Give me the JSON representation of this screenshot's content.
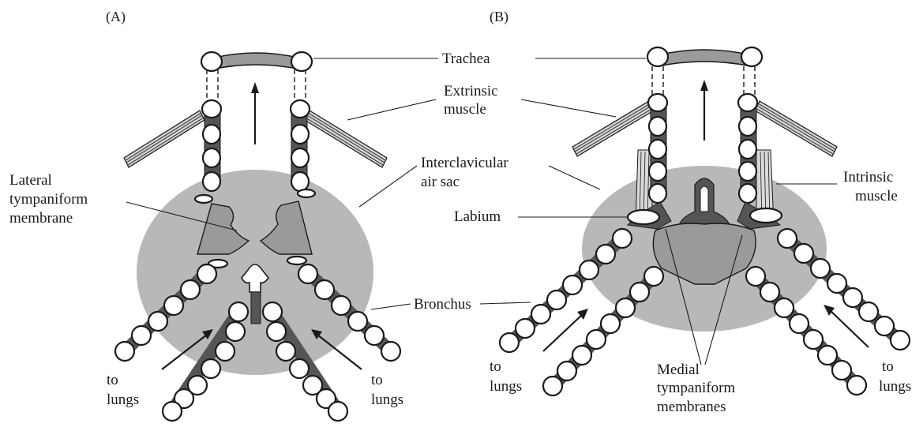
{
  "panels": {
    "a": "(A)",
    "b": "(B)"
  },
  "labels": {
    "trachea": "Trachea",
    "extrinsic_1": "Extrinsic",
    "extrinsic_2": "muscle",
    "interclavicular_1": "Interclavicular",
    "interclavicular_2": "air sac",
    "bronchus": "Bronchus",
    "lateral_1": "Lateral",
    "lateral_2": "tympaniform",
    "lateral_3": "membrane",
    "labium": "Labium",
    "intrinsic_1": "Intrinsic",
    "intrinsic_2": "muscle",
    "medial_1": "Medial",
    "medial_2": "tympaniform",
    "medial_3": "membranes",
    "to_lungs_a_left_1": "to",
    "to_lungs_a_left_2": "lungs",
    "to_lungs_a_right_1": "to",
    "to_lungs_a_right_2": "lungs",
    "to_lungs_b_left_1": "to",
    "to_lungs_b_left_2": "lungs",
    "to_lungs_b_right_1": "to",
    "to_lungs_b_right_2": "lungs"
  },
  "colors": {
    "air_sac": "#b8b8b8",
    "cartilage_band": "#555555",
    "line": "#1a1a1a"
  }
}
